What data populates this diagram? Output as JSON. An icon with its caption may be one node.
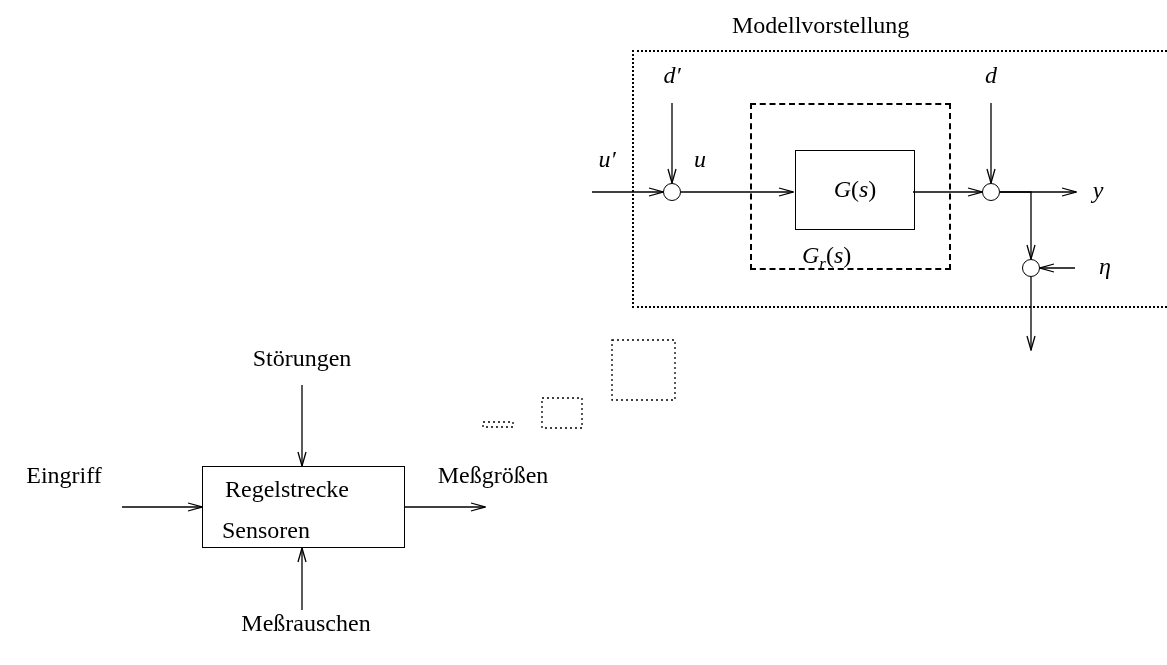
{
  "diagram": {
    "nodes": [
      {
        "text": [
          "Modellvorstellung"
        ]
      },
      {
        "text": [
          "*G*$_{r}$(*s*)"
        ],
        "in": 0
      },
      {
        "text": [
          "*G*(*s*)"
        ],
        "in": 1
      },
      {
        "text": [],
        "shape": "circle",
        "in": 0
      },
      {
        "text": [],
        "shape": "circle",
        "in": 0
      },
      {
        "text": [],
        "shape": "circle",
        "in": 0
      },
      {
        "text": [
          "u′"
        ]
      },
      {
        "text": [
          "d′"
        ],
        "in": 0
      },
      {
        "text": [
          "d"
        ],
        "in": 0
      },
      {
        "text": [
          "y"
        ],
        "in": 0
      },
      {
        "text": [
          "η"
        ],
        "in": 0
      },
      {
        "text": [
          "Regelstrecke",
          "Sensoren"
        ]
      },
      {
        "text": [
          "Eingriff"
        ]
      },
      {
        "text": [
          "Störungen"
        ]
      },
      {
        "text": [
          "Meßgrößen"
        ]
      },
      {
        "text": [
          "Meßrauschen"
        ]
      }
    ],
    "edges": [
      {
        "from": 6,
        "to": 3,
        "arrow": "to"
      },
      {
        "from": 7,
        "to": 3,
        "arrow": "to"
      },
      {
        "from": 3,
        "to": 2,
        "arrow": "to",
        "label": "u"
      },
      {
        "from": 2,
        "to": 4,
        "arrow": "to"
      },
      {
        "from": 8,
        "to": 4,
        "arrow": "to"
      },
      {
        "from": 4,
        "to": 9,
        "arrow": "to"
      },
      {
        "from": 4,
        "to": 5,
        "arrow": "to"
      },
      {
        "from": 10,
        "to": 5,
        "arrow": "to"
      },
      {
        "from": 5,
        "to": null,
        "arrow": "to"
      },
      {
        "from": 12,
        "to": 11,
        "arrow": "to"
      },
      {
        "from": 13,
        "to": 11,
        "arrow": "to"
      },
      {
        "from": 15,
        "to": 11,
        "arrow": "to"
      },
      {
        "from": 11,
        "to": 14,
        "arrow": "to"
      }
    ]
  }
}
